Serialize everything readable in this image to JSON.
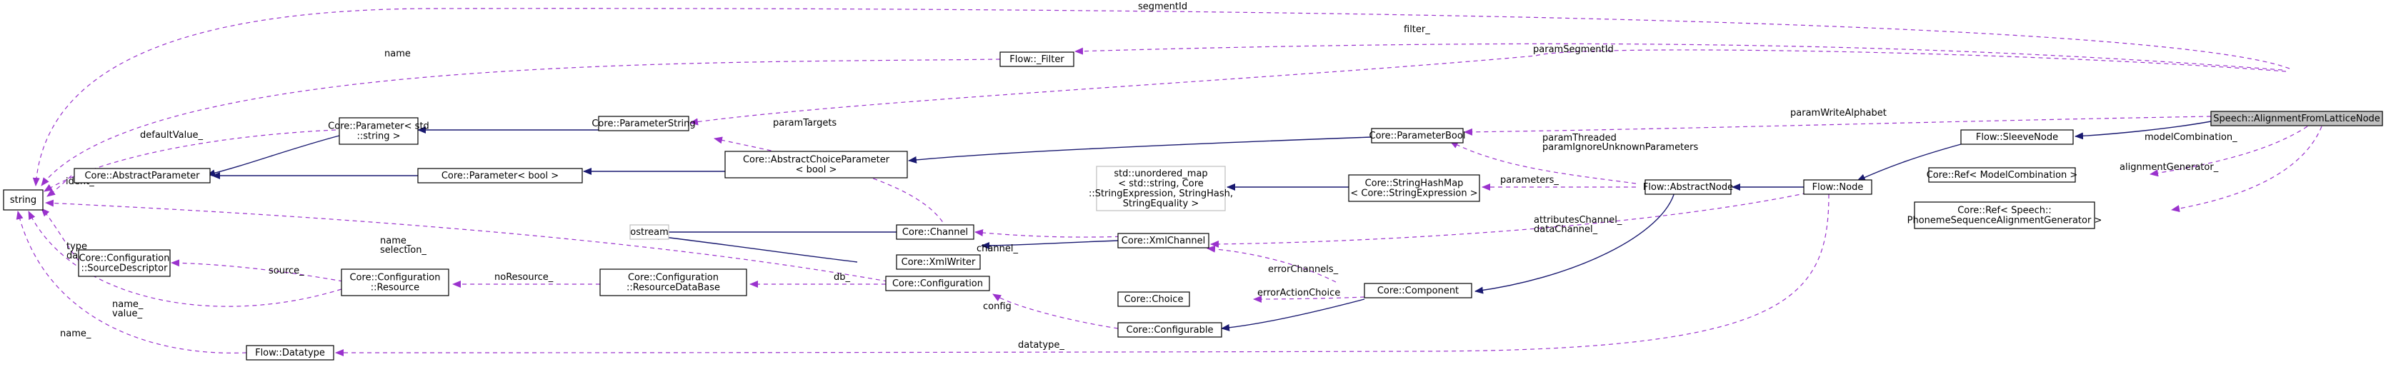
{
  "colors": {
    "inheritance_edge": "#191970",
    "usage_edge": "#9a32cd",
    "focus_fill": "#bfbfbf",
    "external_border": "#bfbfbf"
  },
  "nodes": {
    "string": [
      "string"
    ],
    "core_abstract_parameter": [
      "Core::AbstractParameter"
    ],
    "core_parameter_std_string": [
      "Core::Parameter< std",
      "::string >"
    ],
    "core_parameter_bool": [
      "Core::Parameter< bool >"
    ],
    "core_parameter_string": [
      "Core::ParameterString"
    ],
    "core_abstract_choice_parameter": [
      "Core::AbstractChoiceParameter",
      "< bool >"
    ],
    "core_parameter_bool_class": [
      "Core::ParameterBool"
    ],
    "flow_filter": [
      "Flow::_Filter"
    ],
    "ostream": [
      "ostream"
    ],
    "core_channel": [
      "Core::Channel"
    ],
    "core_xml_writer": [
      "Core::XmlWriter"
    ],
    "core_xml_channel": [
      "Core::XmlChannel"
    ],
    "core_configuration_source_descriptor": [
      "Core::Configuration",
      "::SourceDescriptor"
    ],
    "core_configuration_resource": [
      "Core::Configuration",
      "::Resource"
    ],
    "core_configuration_resource_database": [
      "Core::Configuration",
      "::ResourceDataBase"
    ],
    "core_configuration": [
      "Core::Configuration"
    ],
    "core_choice": [
      "Core::Choice"
    ],
    "core_component": [
      "Core::Component"
    ],
    "core_configurable": [
      "Core::Configurable"
    ],
    "std_unordered_map": [
      "std::unordered_map",
      "< std::string, Core",
      "::StringExpression, StringHash,",
      "StringEquality >"
    ],
    "core_string_hash_map": [
      "Core::StringHashMap",
      "< Core::StringExpression >"
    ],
    "flow_abstract_node": [
      "Flow::AbstractNode"
    ],
    "flow_node": [
      "Flow::Node"
    ],
    "flow_sleeve_node": [
      "Flow::SleeveNode"
    ],
    "flow_datatype": [
      "Flow::Datatype"
    ],
    "speech_alignment_from_lattice_node": [
      "Speech::AlignmentFromLatticeNode"
    ],
    "core_ref_model_combination": [
      "Core::Ref< ModelCombination >"
    ],
    "core_ref_phoneme_sequence_alignment_generator": [
      "Core::Ref< Speech::",
      "PhonemeSequenceAlignmentGenerator >"
    ]
  },
  "edge_labels": {
    "segmentId": [
      "segmentId"
    ],
    "filter": [
      "filter_"
    ],
    "name": [
      "name"
    ],
    "paramSegmentId": [
      "paramSegmentId"
    ],
    "paramTargets": [
      "paramTargets"
    ],
    "defaultValue": [
      "defaultValue_"
    ],
    "ident": [
      "ident_"
    ],
    "paramWriteAlphabet": [
      "paramWriteAlphabet"
    ],
    "modelCombination": [
      "modelCombination_"
    ],
    "alignmentGenerator": [
      "alignmentGenerator_"
    ],
    "paramThreaded": [
      "paramThreaded",
      "paramIgnoreUnknownParameters"
    ],
    "channel": [
      "channel_"
    ],
    "name_selection": [
      "name_",
      "selection_"
    ],
    "type_data": [
      "type",
      "data"
    ],
    "parameters": [
      "parameters_"
    ],
    "attributesChannel": [
      "attributesChannel_",
      "dataChannel_"
    ],
    "errorChannels": [
      "errorChannels_"
    ],
    "source": [
      "source_"
    ],
    "noResource": [
      "noResource_"
    ],
    "db": [
      "db_"
    ],
    "config": [
      "config"
    ],
    "errorActionChoice": [
      "errorActionChoice"
    ],
    "name_value": [
      "name_",
      "value_"
    ],
    "name_datatype": [
      "name_"
    ],
    "datatype": [
      "datatype_"
    ]
  }
}
